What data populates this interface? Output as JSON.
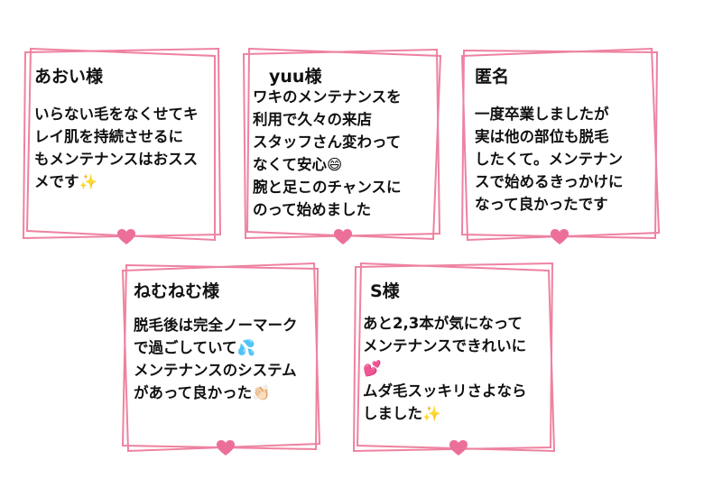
{
  "colors": {
    "frame": "#ee82a0",
    "heart": "#ec6f99",
    "text": "#111111"
  },
  "cards": [
    {
      "name": "あおい様",
      "body": "いらない毛をなくせてキ\nレイ肌を持続させるに\nもメンテナンスはおスス\nメです✨"
    },
    {
      "name": "yuu様",
      "body": "ワキのメンテナンスを\n利用で久々の来店\nスタッフさん変わって\nなくて安心😄\n腕と足このチャンスに\nのって始めました"
    },
    {
      "name": "匿名",
      "body": "一度卒業しましたが\n実は他の部位も脱毛\nしたくて。メンテナン\nスで始めるきっかけに\nなって良かったです"
    },
    {
      "name": "ねむねむ様",
      "body": "脱毛後は完全ノーマーク\nで過ごしていて💦\nメンテナンスのシステム\nがあって良かった👏🏻"
    },
    {
      "name": "S様",
      "body": "あと2,3本が気になって\nメンテナンスできれいに\n💕\nムダ毛スッキリさよなら\nしました✨"
    }
  ]
}
